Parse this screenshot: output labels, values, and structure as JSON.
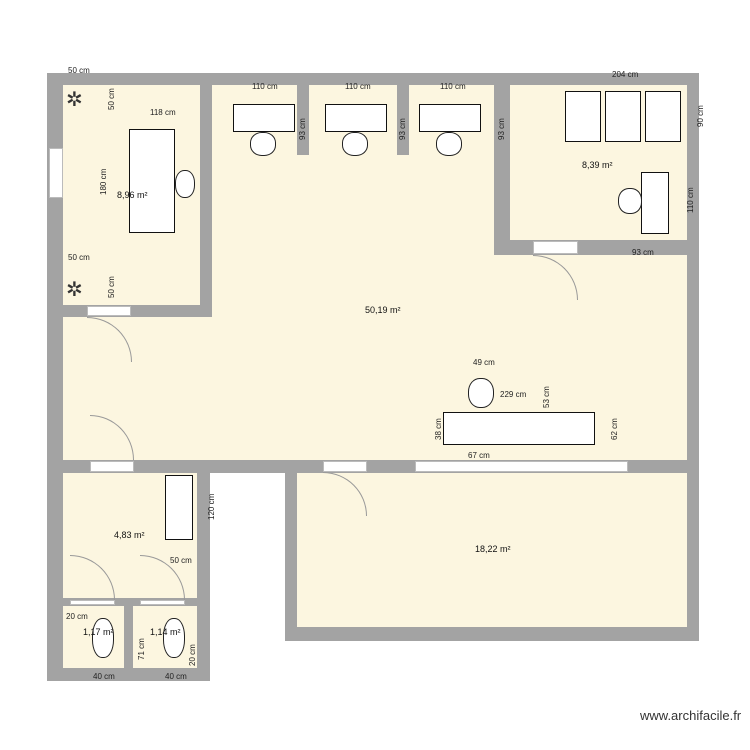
{
  "areas": {
    "office_left": "8,96 m²",
    "open_space": "50,19 m²",
    "office_right": "8,39 m²",
    "washroom": "4,83 m²",
    "room_bottom": "18,22 m²",
    "wc1": "1,17 m²",
    "wc2": "1,14 m²"
  },
  "dims": [
    "50 cm",
    "50 cm",
    "118 cm",
    "180 cm",
    "50 cm",
    "50 cm",
    "110 cm",
    "110 cm",
    "110 cm",
    "93 cm",
    "93 cm",
    "93 cm",
    "204 cm",
    "90 cm",
    "110 cm",
    "93 cm",
    "49 cm",
    "229 cm",
    "53 cm",
    "38 cm",
    "62 cm",
    "67 cm",
    "120 cm",
    "50 cm",
    "20 cm",
    "71 cm",
    "20 cm",
    "40 cm",
    "40 cm"
  ],
  "watermark": "www.archifacile.fr",
  "colors": {
    "floor": "#fcf6e0",
    "wall": "#a3a3a3"
  },
  "icons": [
    "fan-icon",
    "desk-icon",
    "chair-icon",
    "keyboard-icon",
    "sink-icon",
    "toilet-icon",
    "door-swing-icon",
    "window-icon"
  ]
}
